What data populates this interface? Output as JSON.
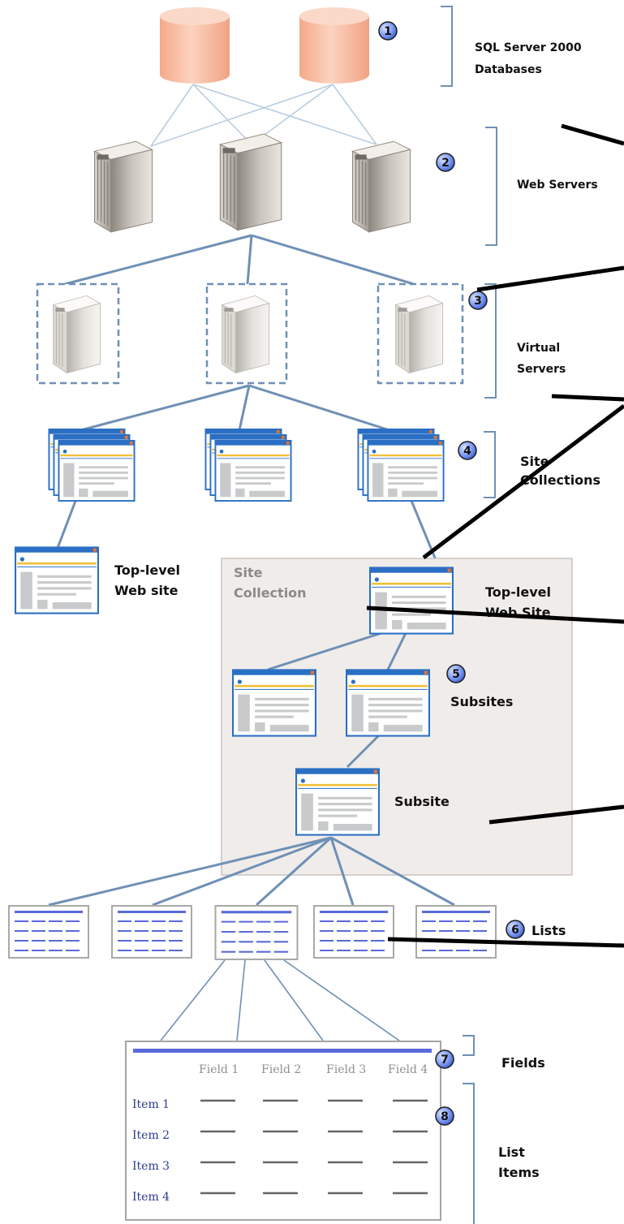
{
  "labels": {
    "sql_line1": "SQL Server 2000",
    "sql_line2": "Databases",
    "web_servers": "Web Servers",
    "virtual_line1": "Virtual",
    "virtual_line2": "Servers",
    "site_collections_line1": "Site",
    "site_collections_line2": "Collections",
    "toplevel_left_line1": "Top-level",
    "toplevel_left_line2": "Web site",
    "site_collection_line1": "Site",
    "site_collection_line2": "Collection",
    "toplevel_right_line1": "Top-level",
    "toplevel_right_line2": "Web Site",
    "subsites": "Subsites",
    "subsite": "Subsite",
    "lists": "Lists",
    "fields": "Fields",
    "list_items_line1": "List",
    "list_items_line2": "Items"
  },
  "badges": [
    "1",
    "2",
    "3",
    "4",
    "5",
    "6",
    "7",
    "8"
  ],
  "table": {
    "fields": [
      "Field 1",
      "Field 2",
      "Field 3",
      "Field 4"
    ],
    "items": [
      "Item 1",
      "Item 2",
      "Item 3",
      "Item 4"
    ]
  },
  "colors": {
    "database": "#f9c3a8",
    "connector_light": "#b9cde0",
    "connector": "#6f90b5",
    "window_border": "#2a6fc4",
    "window_accent": "#f0c038",
    "container_fill": "#f0ecea",
    "badge": "#6f8ff0",
    "list_header": "#5a6ad8"
  }
}
